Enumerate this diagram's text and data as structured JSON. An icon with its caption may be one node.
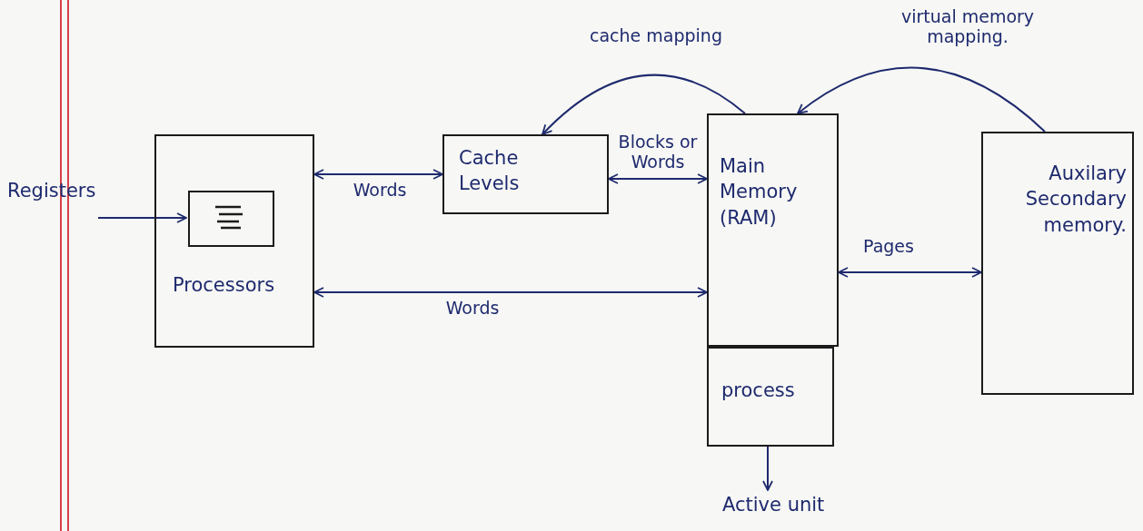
{
  "diagram": {
    "nodes": [
      {
        "text": [
          "Processors"
        ]
      },
      {
        "text": [
          "Registers"
        ]
      },
      {
        "text": [],
        "shape": "box",
        "in": 0
      },
      {
        "text": [
          "Cache Levels"
        ]
      },
      {
        "text": [
          "Main Memory (RAM)"
        ]
      },
      {
        "text": [
          "process"
        ]
      },
      {
        "text": [
          "Auxilary Secondary memory."
        ]
      },
      {
        "text": [
          "Active unit"
        ]
      }
    ],
    "edges": [
      {
        "from": 1,
        "to": 2,
        "arrow": "to"
      },
      {
        "from": 0,
        "to": 3,
        "arrow": "both",
        "label": "Words"
      },
      {
        "from": 3,
        "to": 4,
        "arrow": "both",
        "label": "Blocks or Words"
      },
      {
        "from": 0,
        "to": 4,
        "arrow": "both",
        "label": "Words"
      },
      {
        "from": 4,
        "to": 6,
        "arrow": "both",
        "label": "Pages"
      },
      {
        "from": 4,
        "to": 3,
        "arrow": "to",
        "label": "cache mapping"
      },
      {
        "from": 6,
        "to": 4,
        "arrow": "to",
        "label": "virtual memory mapping."
      },
      {
        "from": 5,
        "to": 7,
        "arrow": "to"
      }
    ]
  }
}
